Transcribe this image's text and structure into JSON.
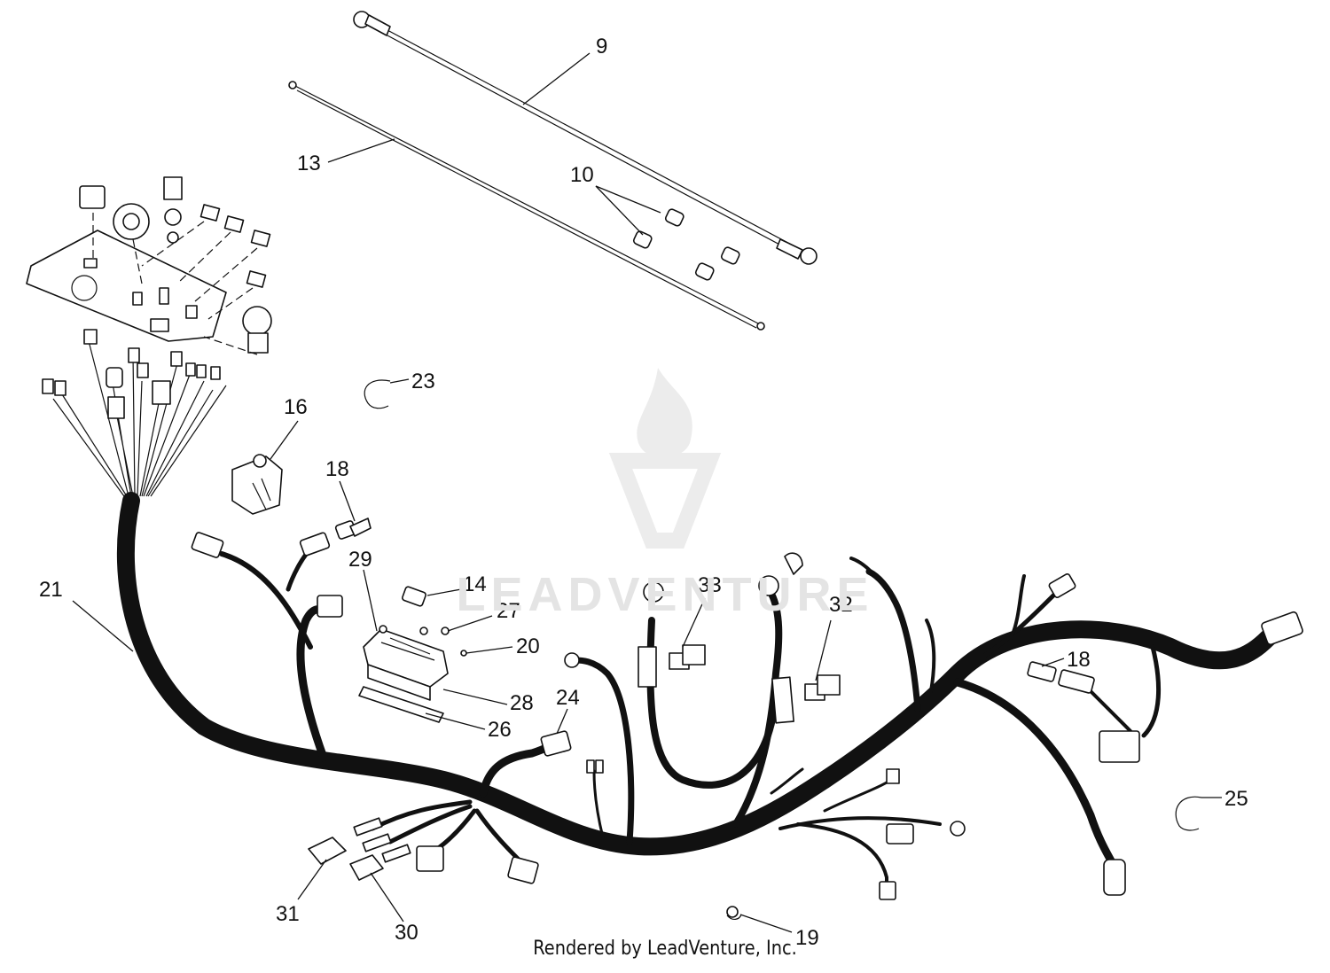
{
  "diagram": {
    "callouts": [
      {
        "id": "9",
        "label": "9"
      },
      {
        "id": "13",
        "label": "13"
      },
      {
        "id": "10",
        "label": "10"
      },
      {
        "id": "23",
        "label": "23"
      },
      {
        "id": "16",
        "label": "16"
      },
      {
        "id": "18a",
        "label": "18"
      },
      {
        "id": "21",
        "label": "21"
      },
      {
        "id": "29",
        "label": "29"
      },
      {
        "id": "14",
        "label": "14"
      },
      {
        "id": "27",
        "label": "27"
      },
      {
        "id": "20",
        "label": "20"
      },
      {
        "id": "28",
        "label": "28"
      },
      {
        "id": "26",
        "label": "26"
      },
      {
        "id": "24",
        "label": "24"
      },
      {
        "id": "33",
        "label": "33"
      },
      {
        "id": "32",
        "label": "32"
      },
      {
        "id": "18b",
        "label": "18"
      },
      {
        "id": "25",
        "label": "25"
      },
      {
        "id": "31",
        "label": "31"
      },
      {
        "id": "30",
        "label": "30"
      },
      {
        "id": "19",
        "label": "19"
      }
    ]
  },
  "watermark": {
    "text": "LEADVENTURE",
    "color": "#e4e4e4"
  },
  "footer": {
    "text": "Rendered by LeadVenture, Inc."
  },
  "colors": {
    "line": "#111111",
    "background": "#ffffff",
    "watermark": "#e4e4e4"
  }
}
